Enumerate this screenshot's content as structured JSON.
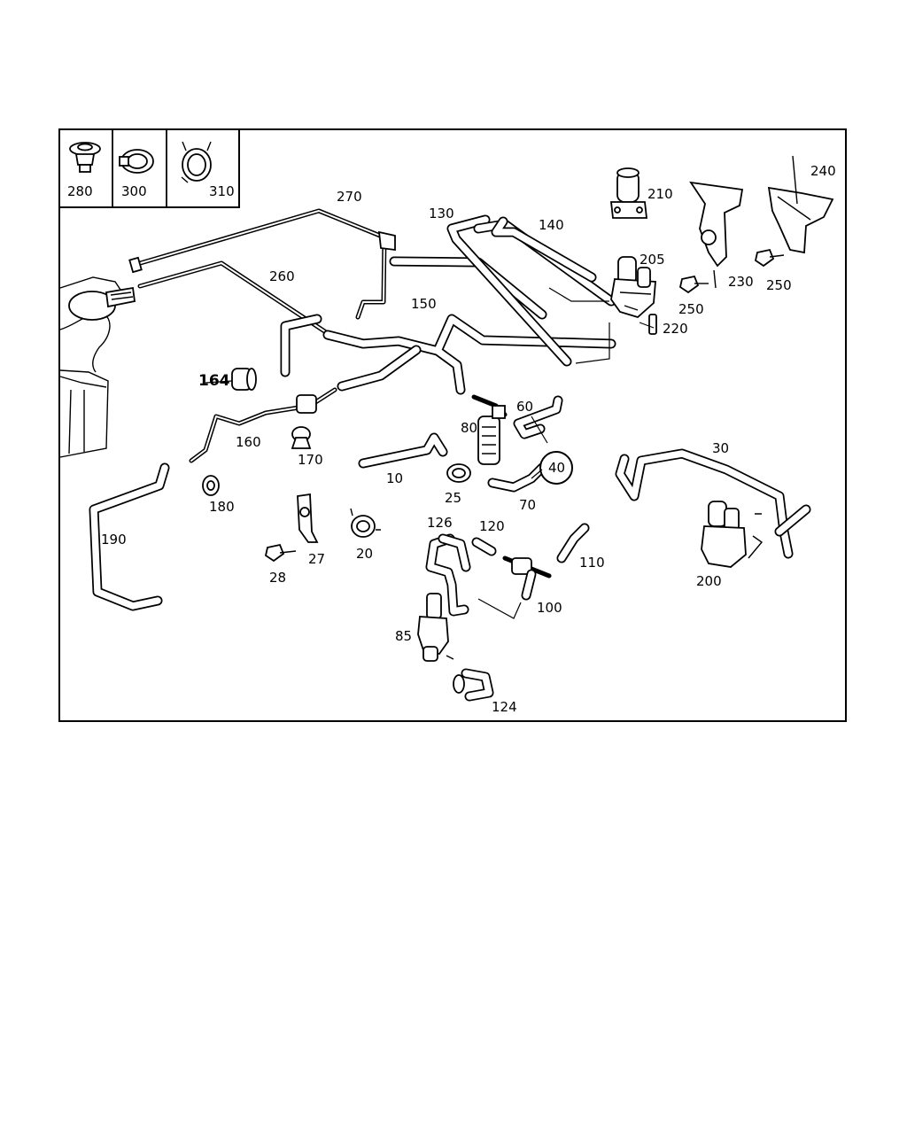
{
  "legend": [
    {
      "number": "280",
      "icon": "push-clip-icon"
    },
    {
      "number": "300",
      "icon": "hose-clamp-icon"
    },
    {
      "number": "310",
      "icon": "spring-clamp-icon"
    }
  ],
  "callouts": {
    "c270": "270",
    "c260": "260",
    "c130": "130",
    "c140": "140",
    "c150": "150",
    "c210": "210",
    "c205": "205",
    "c220": "220",
    "c240": "240",
    "c230": "230",
    "c250a": "250",
    "c250b": "250",
    "c164": "164",
    "c160": "160",
    "c170": "170",
    "c180": "180",
    "c190": "190",
    "c10": "10",
    "c25": "25",
    "c80": "80",
    "c60": "60",
    "c70": "70",
    "c40": "40",
    "c30": "30",
    "c200": "200",
    "c27": "27",
    "c28": "28",
    "c20": "20",
    "c126": "126",
    "c120": "120",
    "c110": "110",
    "c100": "100",
    "c85": "85",
    "c124": "124"
  }
}
